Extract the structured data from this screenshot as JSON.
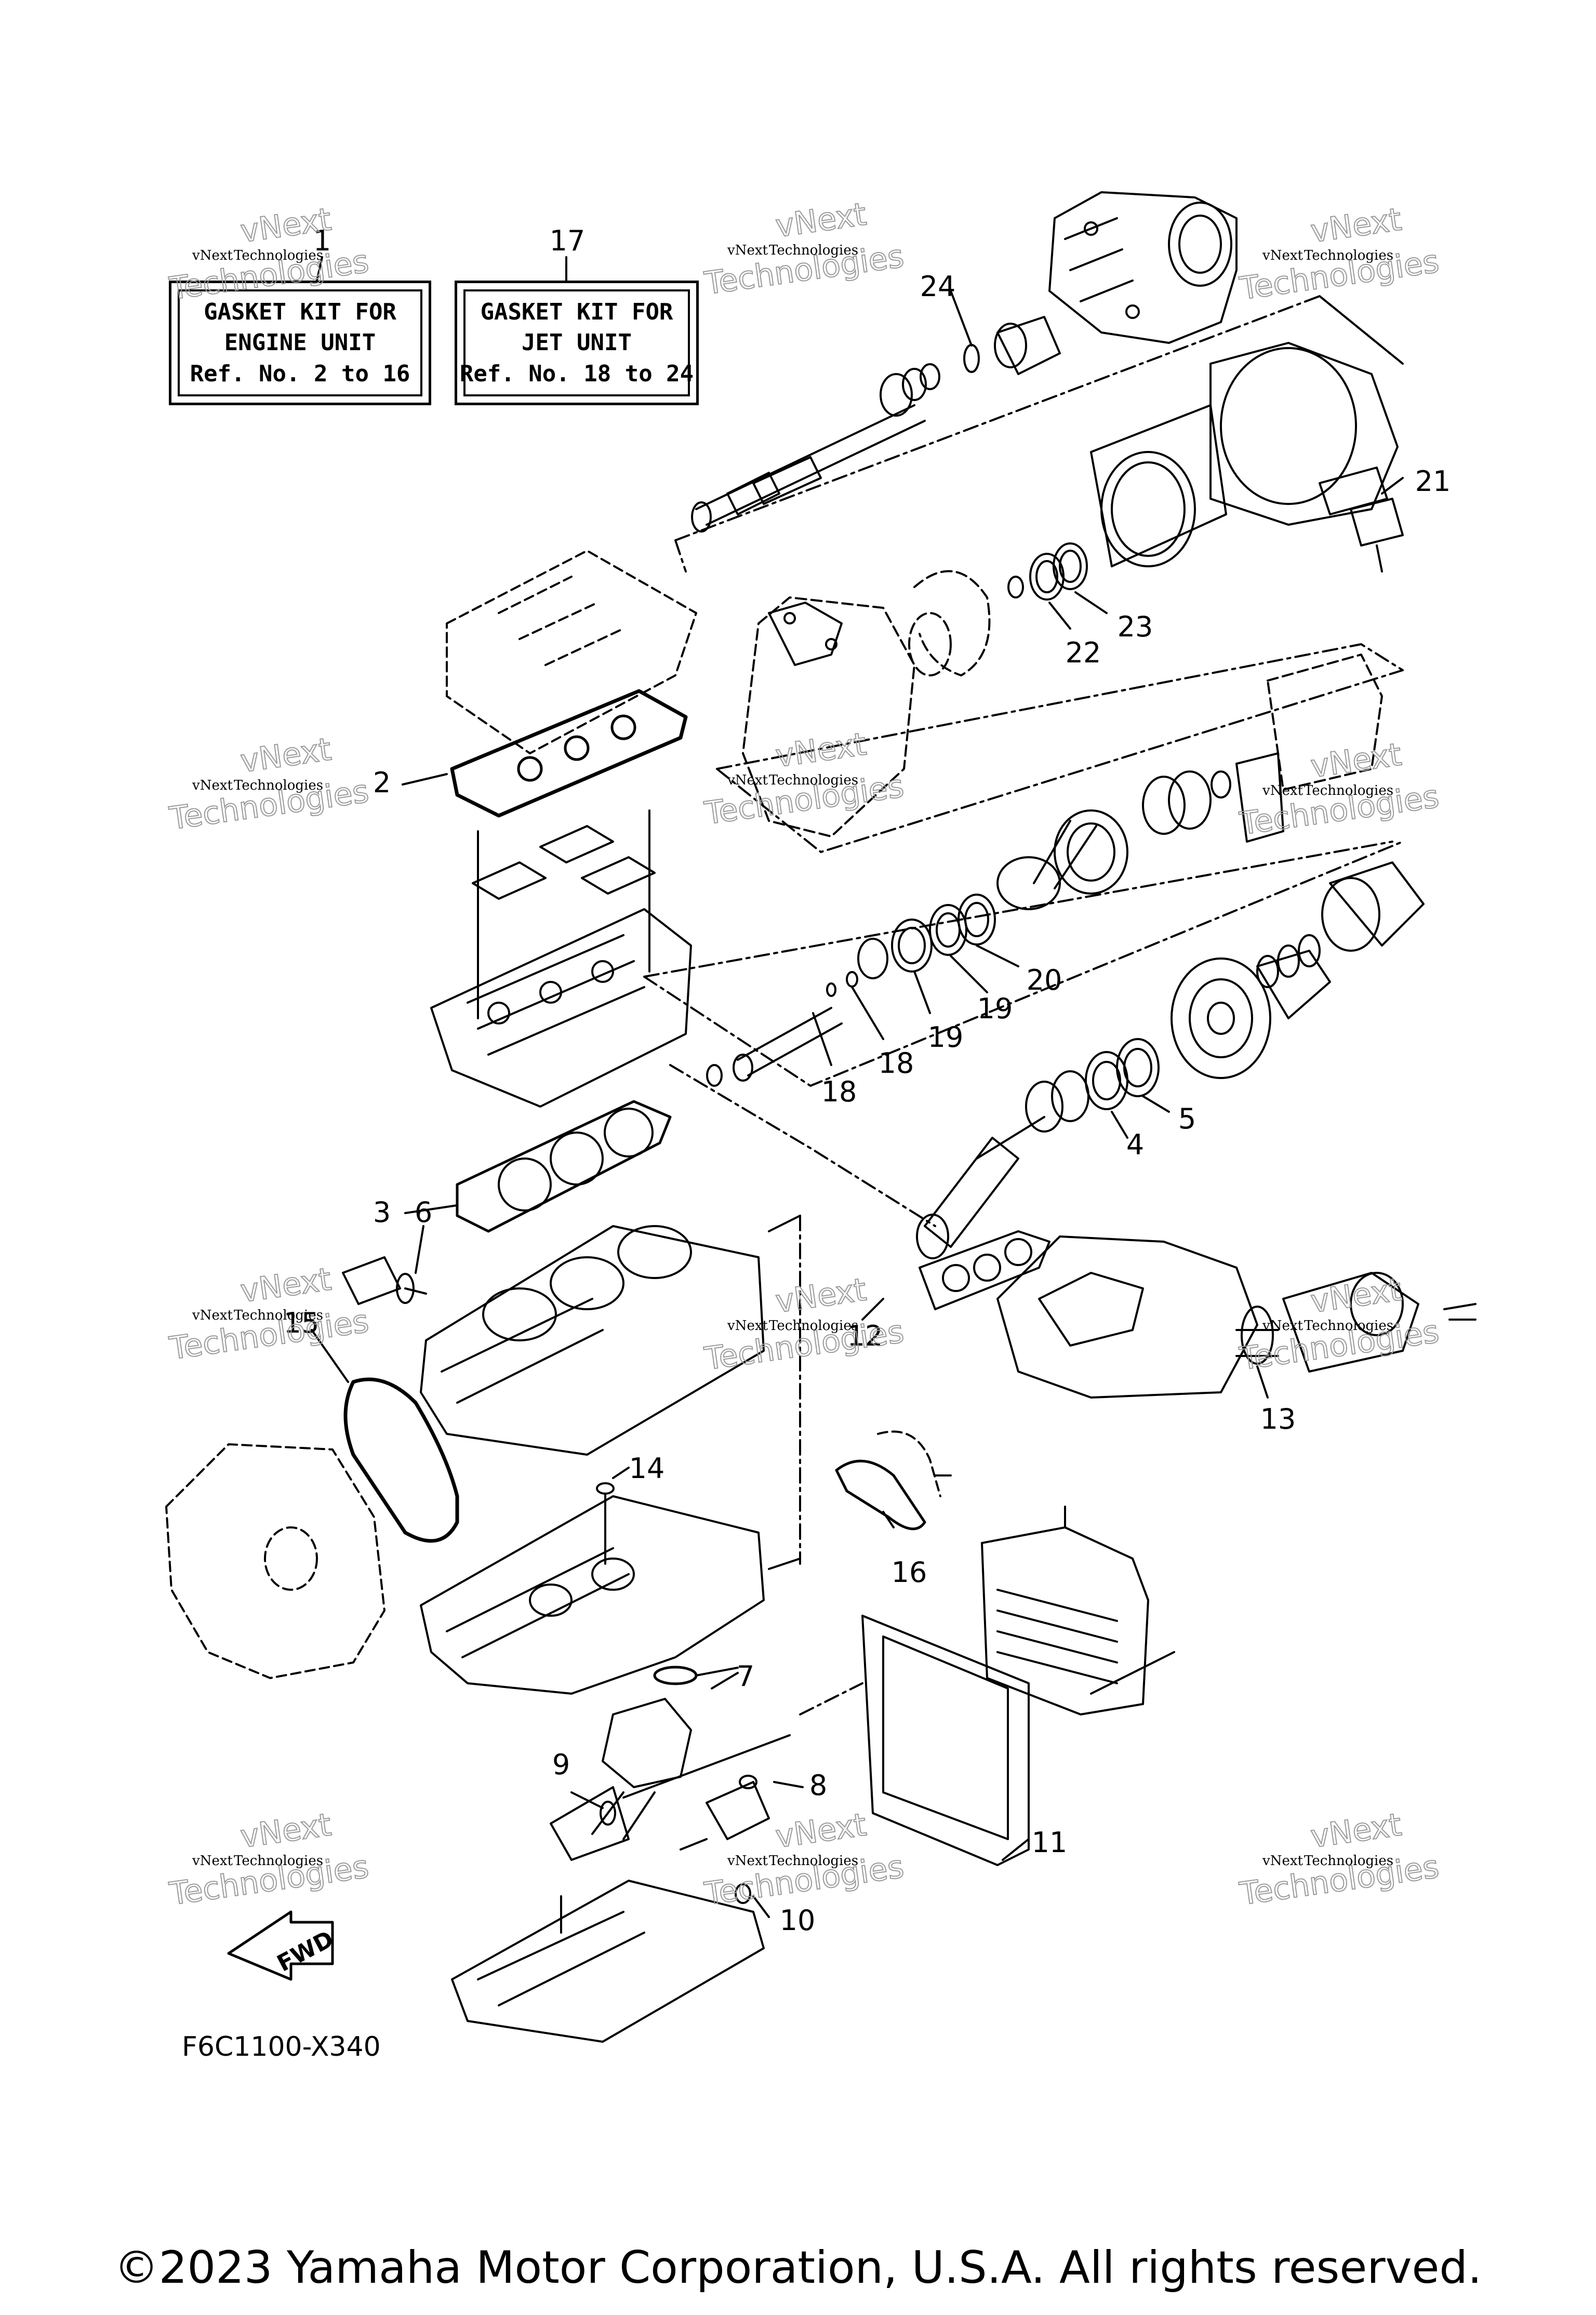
{
  "kits": [
    {
      "ref": "1",
      "line1": "GASKET KIT FOR",
      "line2": "ENGINE UNIT",
      "line3": "Ref. No. 2 to 16"
    },
    {
      "ref": "17",
      "line1": "GASKET KIT FOR",
      "line2": "JET UNIT",
      "line3": "Ref. No. 18 to 24"
    }
  ],
  "callouts": [
    "2",
    "3",
    "4",
    "5",
    "6",
    "7",
    "8",
    "9",
    "10",
    "11",
    "12",
    "13",
    "14",
    "15",
    "16",
    "18",
    "18",
    "19",
    "19",
    "20",
    "21",
    "22",
    "23",
    "24"
  ],
  "watermark": {
    "line1": "vNext",
    "line2": "Technologies"
  },
  "drawing_code": "F6C1100-X340",
  "fwd_label": "FWD",
  "copyright": "©2023 Yamaha Motor Corporation, U.S.A. All rights reserved."
}
